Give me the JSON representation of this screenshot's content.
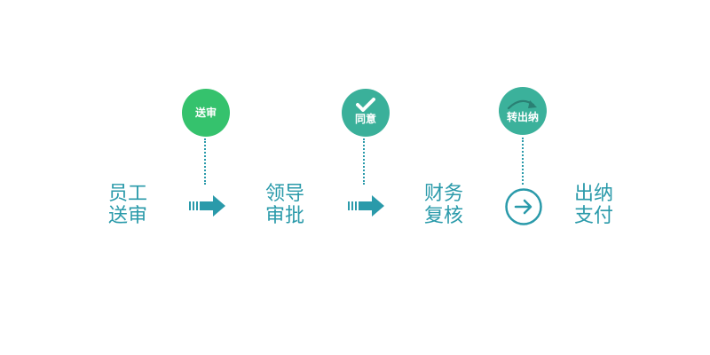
{
  "steps": [
    {
      "line1": "员工",
      "line2": "送审"
    },
    {
      "line1": "领导",
      "line2": "审批"
    },
    {
      "line1": "财务",
      "line2": "复核"
    },
    {
      "line1": "出纳",
      "line2": "支付"
    }
  ],
  "badges": [
    {
      "label": "送审",
      "color": "#35c26d"
    },
    {
      "label": "同意",
      "color": "#3ab09a",
      "icon": "checkmark-icon"
    },
    {
      "label": "转出纳",
      "color": "#3bb19b",
      "icon": "curved-arrow-icon"
    }
  ],
  "colors": {
    "text": "#2a9aaa",
    "arrow": "#2a9aaa",
    "dots": "#2a9aaa"
  },
  "icons": {
    "connector_1": "striped-right-arrow-icon",
    "connector_2": "striped-right-arrow-icon",
    "connector_3": "circled-right-arrow-icon"
  }
}
